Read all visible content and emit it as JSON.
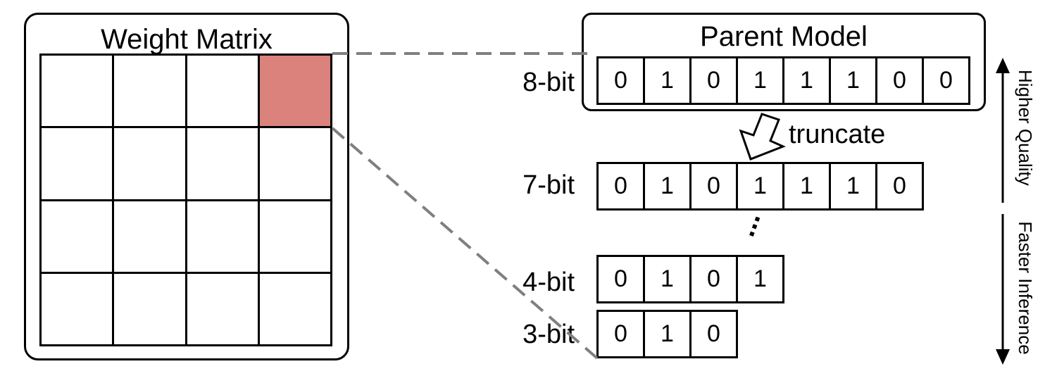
{
  "weight_matrix": {
    "title": "Weight Matrix",
    "rows": 4,
    "cols": 4,
    "highlight_row": 0,
    "highlight_col": 3,
    "highlight_color": "#db827c"
  },
  "parent_model": {
    "title": "Parent Model"
  },
  "truncate_label": "truncate",
  "ellipsis": "...",
  "rows": [
    {
      "label": "8-bit",
      "bits": [
        "0",
        "1",
        "0",
        "1",
        "1",
        "1",
        "0",
        "0"
      ]
    },
    {
      "label": "7-bit",
      "bits": [
        "0",
        "1",
        "0",
        "1",
        "1",
        "1",
        "0"
      ]
    },
    {
      "label": "4-bit",
      "bits": [
        "0",
        "1",
        "0",
        "1"
      ]
    },
    {
      "label": "3-bit",
      "bits": [
        "0",
        "1",
        "0"
      ]
    }
  ],
  "axis": {
    "top_label": "Higher Quality",
    "bottom_label": "Faster Inference"
  },
  "colors": {
    "dashed_line": "#7f7f7f",
    "highlight": "#db827c"
  }
}
